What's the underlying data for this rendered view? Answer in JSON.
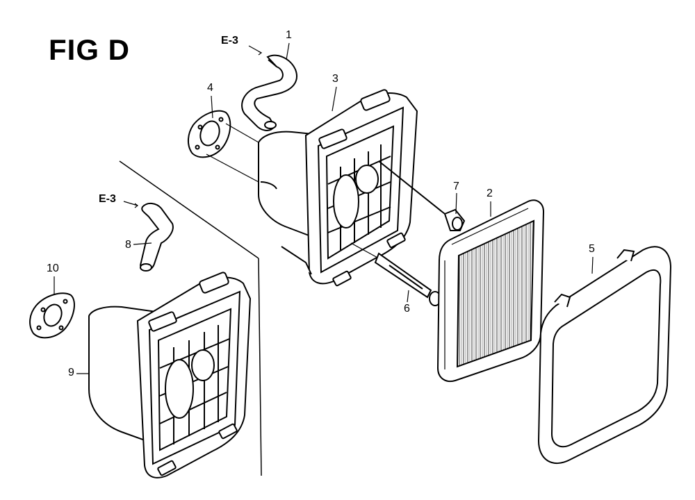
{
  "figure": {
    "title": "FIG D"
  },
  "references": {
    "ref_top": "E-3",
    "ref_left": "E-3"
  },
  "callouts": {
    "p1": "1",
    "p2": "2",
    "p3": "3",
    "p4": "4",
    "p5": "5",
    "p6": "6",
    "p7": "7",
    "p8": "8",
    "p9": "9",
    "p10": "10"
  },
  "colors": {
    "line": "#000000",
    "background": "#ffffff"
  }
}
